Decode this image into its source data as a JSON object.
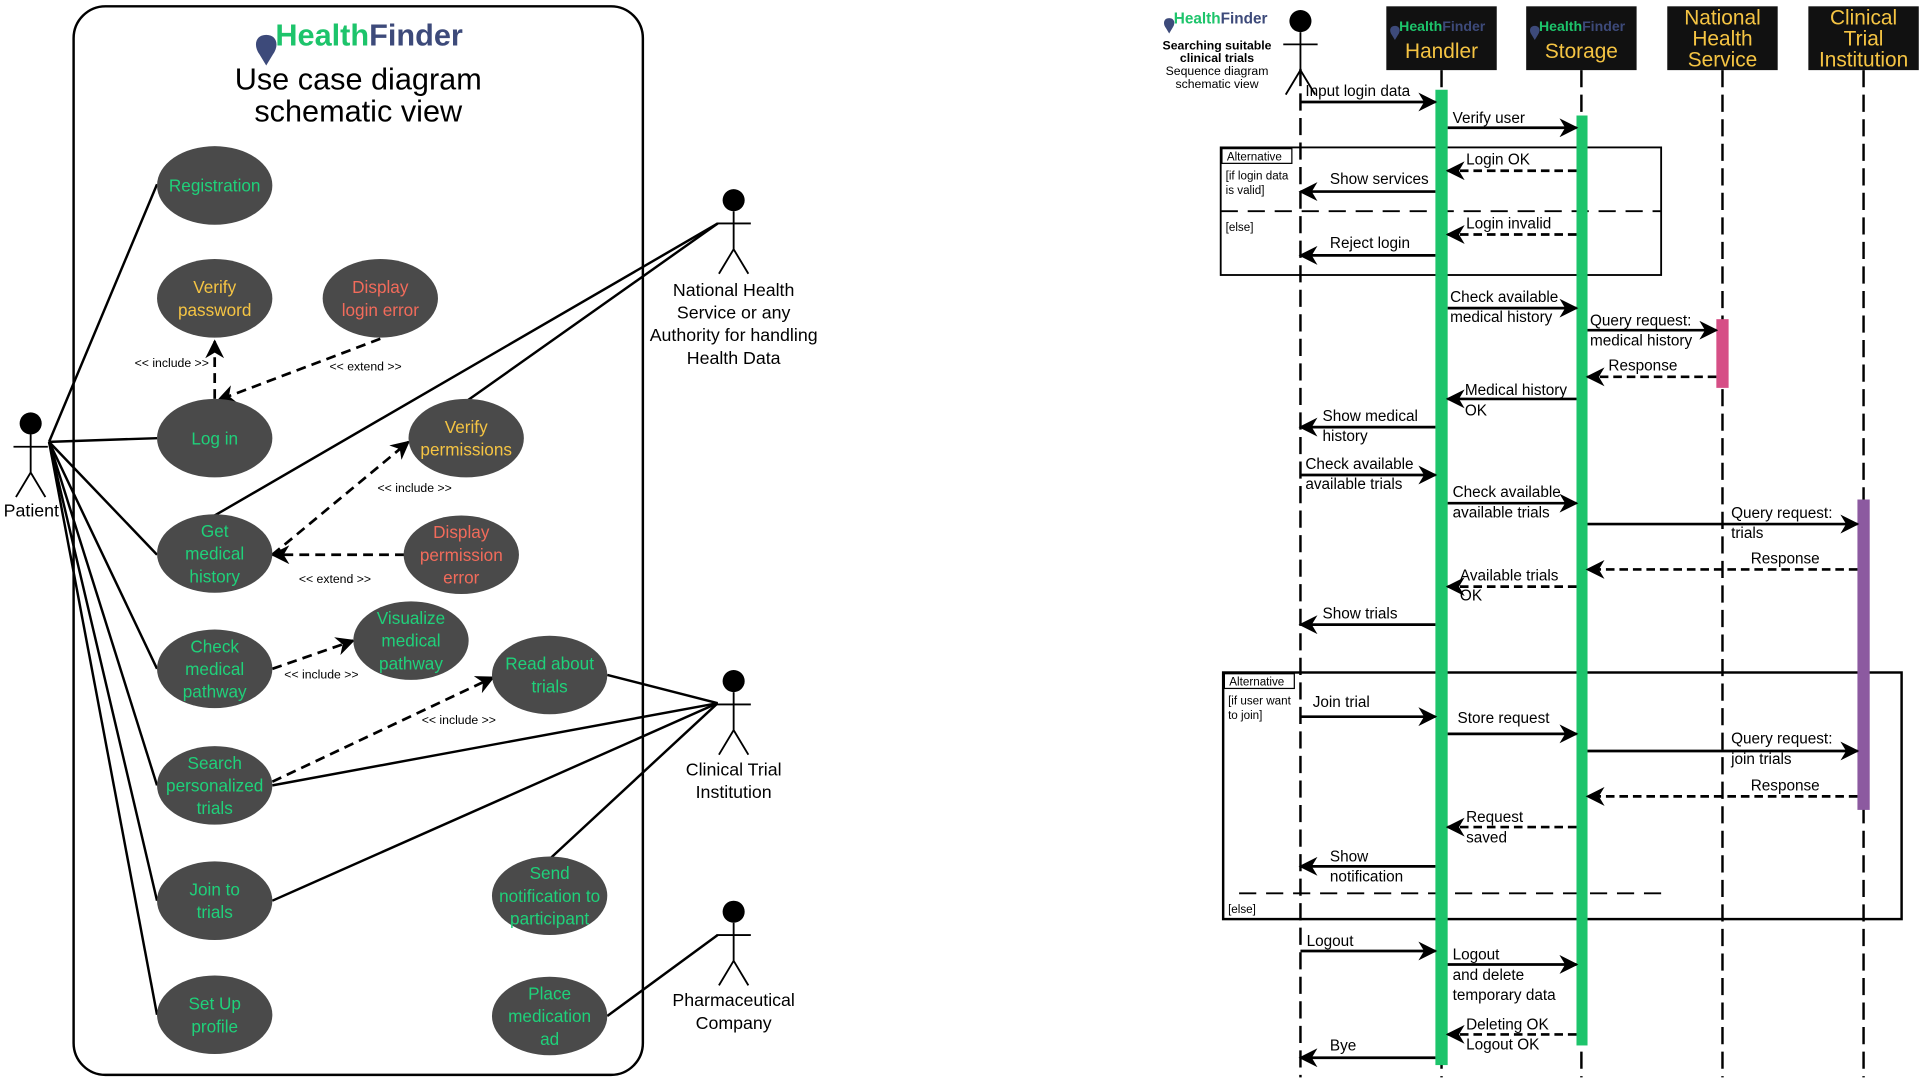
{
  "colors": {
    "usecase_fill": "#4a4a4a",
    "green_text": "#1fd17a",
    "yellow_text": "#f5c443",
    "red_text": "#f26b5b",
    "brand_green": "#1dc46b",
    "brand_navy": "#3d4a7a",
    "activation_green": "#1dc46b",
    "activation_pink": "#d64f86",
    "activation_purple": "#8c5aa0",
    "header_bg": "#111111",
    "header_text": "#f5c443"
  },
  "usecase": {
    "logo": {
      "part1": "Health",
      "part2": "Finder",
      "icon": "map-pin-caduceus-icon"
    },
    "title_lines": [
      "Use case diagram",
      "schematic view"
    ],
    "actors": [
      {
        "lines": [
          "Patient"
        ]
      },
      {
        "lines": [
          "National Health",
          "Service or any",
          "Authority for handling",
          "Health Data"
        ]
      },
      {
        "lines": [
          "Clinical Trial",
          "Institution"
        ]
      },
      {
        "lines": [
          "Pharmaceutical",
          "Company"
        ]
      }
    ],
    "use_cases": [
      {
        "lines": [
          "Registration"
        ],
        "color": "green"
      },
      {
        "lines": [
          "Verify",
          "password"
        ],
        "color": "yellow"
      },
      {
        "lines": [
          "Display",
          "login error"
        ],
        "color": "red"
      },
      {
        "lines": [
          "Log in"
        ],
        "color": "green"
      },
      {
        "lines": [
          "Verify",
          "permissions"
        ],
        "color": "yellow"
      },
      {
        "lines": [
          "Get",
          "medical",
          "history"
        ],
        "color": "green"
      },
      {
        "lines": [
          "Display",
          "permission",
          "error"
        ],
        "color": "red"
      },
      {
        "lines": [
          "Check",
          "medical",
          "pathway"
        ],
        "color": "green"
      },
      {
        "lines": [
          "Visualize",
          "medical",
          "pathway"
        ],
        "color": "green"
      },
      {
        "lines": [
          "Read about",
          "trials"
        ],
        "color": "green"
      },
      {
        "lines": [
          "Search",
          "personalized",
          "trials"
        ],
        "color": "green"
      },
      {
        "lines": [
          "Join to",
          "trials"
        ],
        "color": "green"
      },
      {
        "lines": [
          "Send",
          "notification to",
          "participant"
        ],
        "color": "green"
      },
      {
        "lines": [
          "Set Up",
          "profile"
        ],
        "color": "green"
      },
      {
        "lines": [
          "Place",
          "medication",
          "ad"
        ],
        "color": "green"
      }
    ],
    "relations": [
      {
        "label": "<< include >>"
      },
      {
        "label": "<< extend >>"
      },
      {
        "label": "<< include >>"
      },
      {
        "label": "<< extend >>"
      },
      {
        "label": "<< include >>"
      },
      {
        "label": "<< include >>"
      }
    ]
  },
  "sequence": {
    "logo": {
      "part1": "Health",
      "part2": "Finder"
    },
    "subtitle_bold": [
      "Searching suitable",
      "clinical trials"
    ],
    "subtitle": [
      "Sequence diagram",
      "schematic view"
    ],
    "participants": [
      {
        "logo": true,
        "lines": [
          "Handler"
        ]
      },
      {
        "logo": true,
        "lines": [
          "Storage"
        ]
      },
      {
        "logo": false,
        "lines": [
          "National",
          "Health",
          "Service"
        ]
      },
      {
        "logo": false,
        "lines": [
          "Clinical",
          "Trial",
          "Institution"
        ]
      }
    ],
    "fragments": [
      {
        "tag": "Alternative",
        "guard": [
          "[if login data",
          "is valid]"
        ],
        "else": "[else]"
      },
      {
        "tag": "Alternative",
        "guard": [
          "[if user want",
          "to join]"
        ],
        "else": "[else]"
      }
    ],
    "messages": [
      {
        "lines": [
          "Input login data"
        ],
        "dashed": false
      },
      {
        "lines": [
          "Verify user"
        ],
        "dashed": false
      },
      {
        "lines": [
          "Login OK"
        ],
        "dashed": true
      },
      {
        "lines": [
          "Show services"
        ],
        "dashed": false
      },
      {
        "lines": [
          "Login invalid"
        ],
        "dashed": true
      },
      {
        "lines": [
          "Reject login"
        ],
        "dashed": false
      },
      {
        "lines": [
          "Check available",
          "medical history"
        ],
        "dashed": false
      },
      {
        "lines": [
          "Query request:",
          "medical history"
        ],
        "dashed": false
      },
      {
        "lines": [
          "Response"
        ],
        "dashed": true
      },
      {
        "lines": [
          "Medical history",
          "OK"
        ],
        "dashed": false
      },
      {
        "lines": [
          "Show medical",
          "history"
        ],
        "dashed": false
      },
      {
        "lines": [
          "Check available",
          "available trials"
        ],
        "dashed": false
      },
      {
        "lines": [
          "Check available",
          "available trials"
        ],
        "dashed": false
      },
      {
        "lines": [
          "Query request:",
          "trials"
        ],
        "dashed": false
      },
      {
        "lines": [
          "Response"
        ],
        "dashed": true
      },
      {
        "lines": [
          "Available trials",
          "OK"
        ],
        "dashed": true
      },
      {
        "lines": [
          "Show trials"
        ],
        "dashed": false
      },
      {
        "lines": [
          "Join trial"
        ],
        "dashed": false
      },
      {
        "lines": [
          "Store request"
        ],
        "dashed": false
      },
      {
        "lines": [
          "Query request:",
          "join trials"
        ],
        "dashed": false
      },
      {
        "lines": [
          "Response"
        ],
        "dashed": true
      },
      {
        "lines": [
          "Request",
          "saved"
        ],
        "dashed": true
      },
      {
        "lines": [
          "Show",
          "notification"
        ],
        "dashed": false
      },
      {
        "lines": [
          "Logout"
        ],
        "dashed": false
      },
      {
        "lines": [
          "Logout",
          "and delete",
          "temporary data"
        ],
        "dashed": false
      },
      {
        "lines": [
          "Deleting OK",
          "Logout OK"
        ],
        "dashed": true
      },
      {
        "lines": [
          "Bye"
        ],
        "dashed": false
      }
    ]
  }
}
